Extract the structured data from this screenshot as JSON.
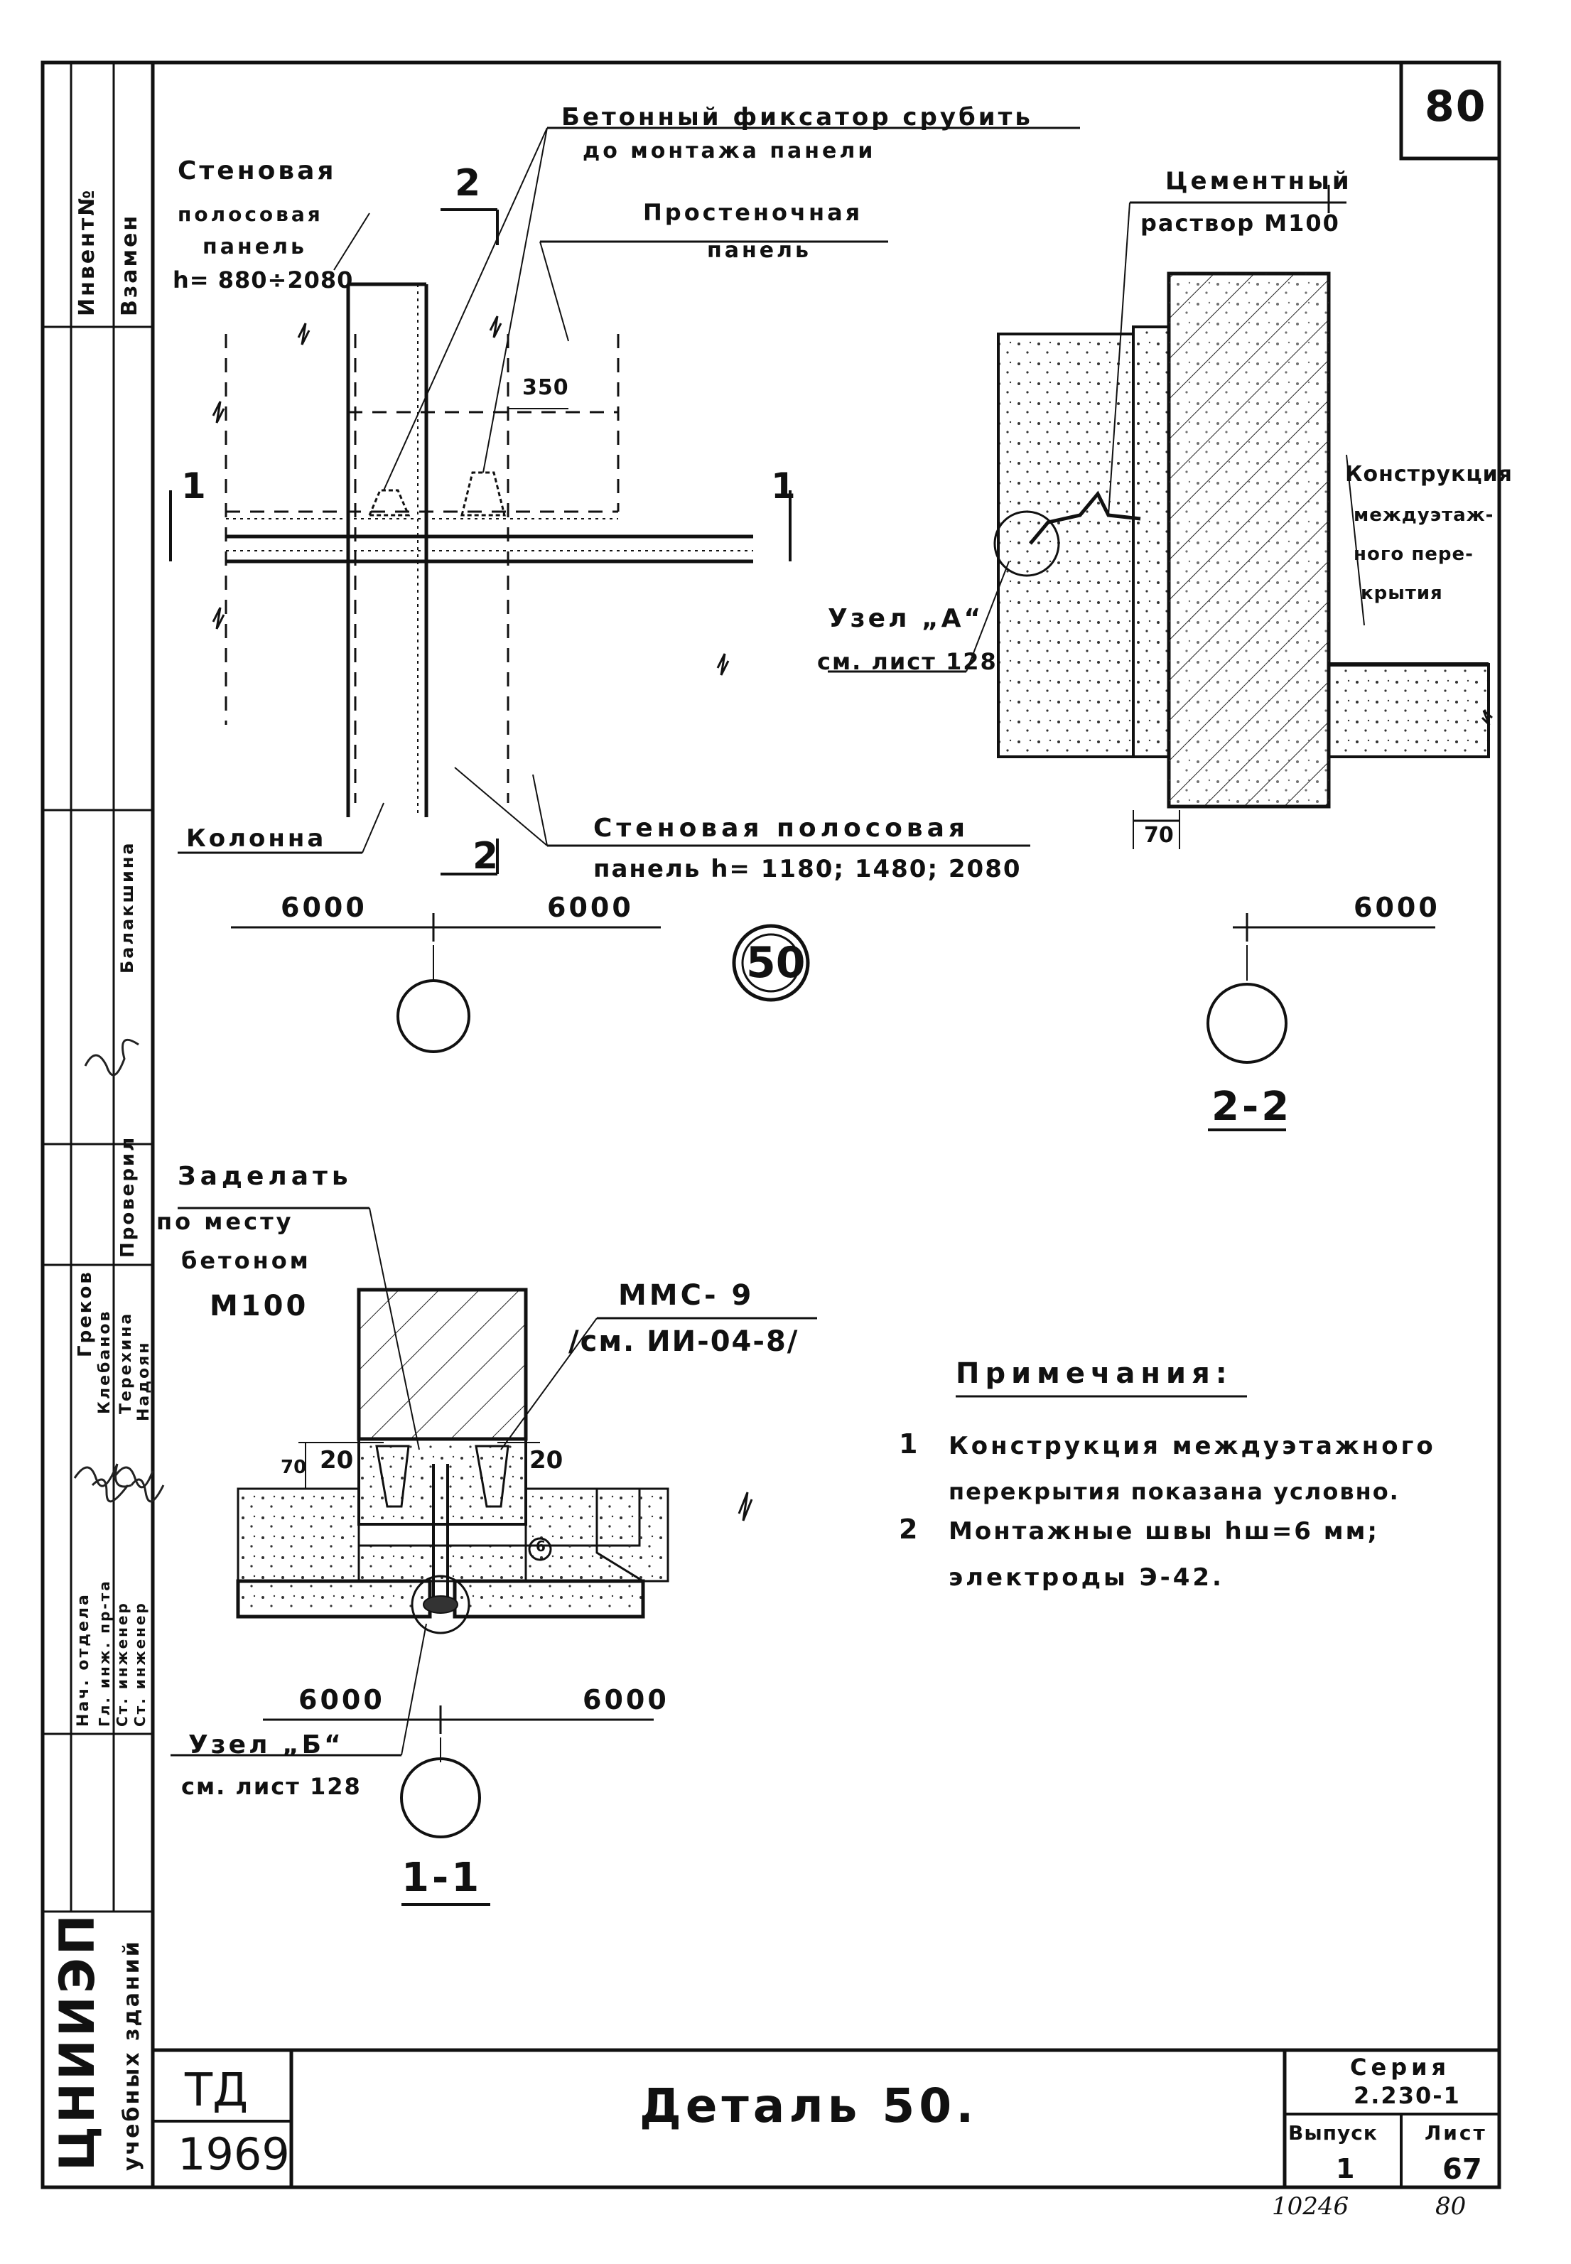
{
  "sheet_number": "80",
  "top_view": {
    "fixator_label_line1": "Бетонный фиксатор срубить",
    "fixator_label_line2": "до монтажа панели",
    "wall_panel_line1": "Стеновая",
    "wall_panel_line2": "полосовая",
    "wall_panel_line3": "панель",
    "wall_panel_line4": "h= 880÷2080",
    "pier_panel_line1": "Простеночная",
    "pier_panel_line2": "панель",
    "dim_350": "350",
    "section_2_top": "2",
    "section_2_bottom": "2",
    "section_1_left": "1",
    "section_1_right": "1",
    "column_label": "Колонна",
    "wall_strip_line1": "Стеновая полосовая",
    "wall_strip_line2": "панель h= 1180; 1480; 2080",
    "dim_left": "6000",
    "dim_right": "6000",
    "detail_number": "50"
  },
  "section_2_2": {
    "cement_line1": "Цементный",
    "cement_line2": "раствор М100",
    "floor_line1": "Конструкция",
    "floor_line2": "междуэтаж-",
    "floor_line3": "ного пере-",
    "floor_line4": "крытия",
    "node_a_line1": "Узел „А“",
    "node_a_line2": "см. лист 128",
    "dim_70": "70",
    "dim_6000": "6000",
    "title": "2-2"
  },
  "section_1_1": {
    "fill_line1": "Заделать",
    "fill_line2": "по месту",
    "fill_line3": "бетоном",
    "fill_line4": "М100",
    "mms_line1": "ММС- 9",
    "mms_line2": "/см. ИИ-04-8/",
    "dim_20_left": "20",
    "dim_20_right": "20",
    "dim_70": "70",
    "dim_left": "6000",
    "dim_right": "6000",
    "node_b_line1": "Узел „Б“",
    "node_b_line2": "см. лист 128",
    "weld_mark": "6",
    "title": "1-1"
  },
  "notes": {
    "heading": "Примечания:",
    "n1_num": "1",
    "n1_line1": "Конструкция междуэтажного",
    "n1_line2": "перекрытия показана условно.",
    "n2_num": "2",
    "n2_line1": "Монтажные швы hш=6 мм;",
    "n2_line2": "электроды Э-42."
  },
  "side_strip": {
    "invent": "Инвент№",
    "vzamen": "Взамен",
    "signature_text": "Балакшина",
    "proveril": "Проверил",
    "grekov": "Греков",
    "kleba": "Клебанов",
    "terehina": "Терехина",
    "nadoyan": "Надоян",
    "role1": "Нач. отдела",
    "role2": "Гл. инж. пр-та",
    "role3": "Ст. инженер",
    "role4": "Ст. инженер",
    "org1": "ЦНИИЭП",
    "org2": "учебных зданий"
  },
  "title_block": {
    "td": "ТД",
    "year": "1969",
    "title": "Деталь 50.",
    "series_label": "Серия",
    "series_value": "2.230-1",
    "issue_label": "Выпуск",
    "issue_value": "1",
    "sheet_label": "Лист",
    "sheet_value": "67",
    "bottom_left": "10246",
    "bottom_right": "80"
  }
}
